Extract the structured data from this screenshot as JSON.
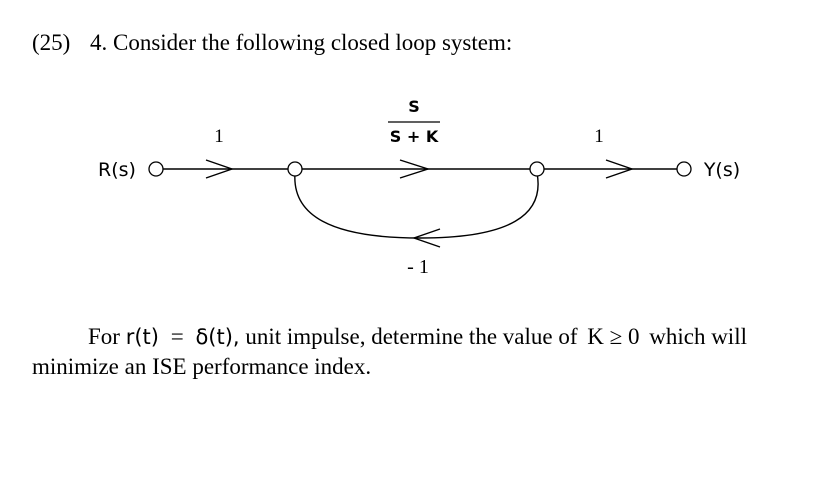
{
  "problem": {
    "points": "(25)",
    "statement": "4. Consider the following closed loop system:"
  },
  "diagram": {
    "input_label": "R(s)",
    "output_label": "Y(s)",
    "gain_input": "1",
    "gain_forward_numerator": "S",
    "gain_forward_denominator": "S + K",
    "gain_output": "1",
    "gain_feedback": "- 1"
  },
  "question": {
    "prefix": "For",
    "input_expr": "r(t)",
    "equals": "=",
    "impulse_expr": "δ(t),",
    "middle": "unit impulse, determine the value of",
    "constraint": "K ≥ 0",
    "suffix": "which will",
    "line2": "minimize an ISE performance index."
  }
}
